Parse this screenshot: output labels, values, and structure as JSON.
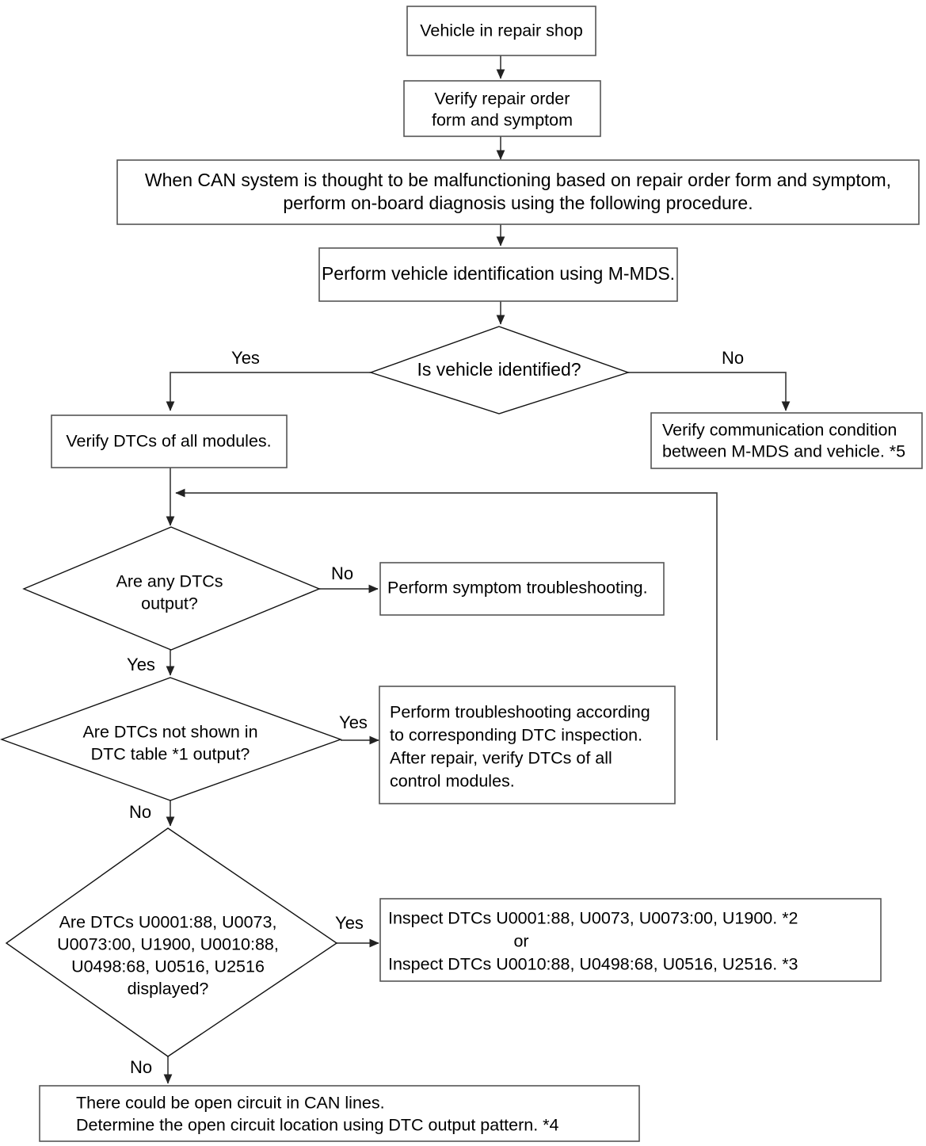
{
  "diagram": {
    "title": "CAN system on-board diagnosis flowchart",
    "colors": {
      "box_stroke": "#555555",
      "diamond_stroke": "#111111",
      "connector": "#444444",
      "background": "#ffffff",
      "text": "#000000"
    },
    "nodes": {
      "vehicle_in_shop": {
        "type": "process",
        "lines": [
          "Vehicle in repair shop"
        ]
      },
      "verify_repair_order": {
        "type": "process",
        "lines": [
          "Verify repair order",
          "form and symptom"
        ]
      },
      "can_malfunction_note": {
        "type": "process",
        "lines": [
          "When CAN system is thought to be malfunctioning based on repair order form and symptom,",
          "perform on-board diagnosis using the following procedure."
        ]
      },
      "perform_vehicle_id": {
        "type": "process",
        "lines": [
          "Perform vehicle identification using M-MDS."
        ]
      },
      "is_vehicle_identified": {
        "type": "decision",
        "lines": [
          "Is vehicle identified?"
        ]
      },
      "verify_dtcs_all_modules": {
        "type": "process",
        "lines": [
          "Verify DTCs of all modules."
        ]
      },
      "verify_communication_condition": {
        "type": "process",
        "lines": [
          "Verify communication condition",
          "between M-MDS and vehicle. *5"
        ]
      },
      "are_any_dtcs_output": {
        "type": "decision",
        "lines": [
          "Are any DTCs",
          "output?"
        ]
      },
      "perform_symptom_troubleshooting": {
        "type": "process",
        "lines": [
          "Perform symptom troubleshooting."
        ]
      },
      "are_dtcs_not_in_table": {
        "type": "decision",
        "lines": [
          "Are DTCs not shown in",
          "DTC table *1 output?"
        ]
      },
      "perform_troubleshooting_dtc": {
        "type": "process",
        "lines": [
          "Perform troubleshooting according",
          "to corresponding DTC inspection.",
          "After repair, verify DTCs of all",
          "control modules."
        ]
      },
      "are_dtcs_displayed": {
        "type": "decision",
        "lines": [
          "Are DTCs U0001:88, U0073,",
          "U0073:00, U1900, U0010:88,",
          "U0498:68, U0516, U2516",
          "displayed?"
        ]
      },
      "inspect_dtcs": {
        "type": "process",
        "lines": [
          "Inspect DTCs U0001:88, U0073, U0073:00, U1900.  *2",
          "or",
          "Inspect DTCs U0010:88, U0498:68, U0516, U2516.  *3"
        ]
      },
      "open_circuit_conclusion": {
        "type": "process",
        "lines": [
          "There could be open circuit in CAN lines.",
          "Determine the open circuit location using DTC output pattern.   *4"
        ]
      }
    },
    "edge_labels": {
      "identified_yes": "Yes",
      "identified_no": "No",
      "any_dtcs_no": "No",
      "any_dtcs_yes": "Yes",
      "not_in_table_yes": "Yes",
      "not_in_table_no": "No",
      "displayed_yes": "Yes",
      "displayed_no": "No"
    },
    "footnote_markers": [
      "*1",
      "*2",
      "*3",
      "*4",
      "*5"
    ]
  }
}
